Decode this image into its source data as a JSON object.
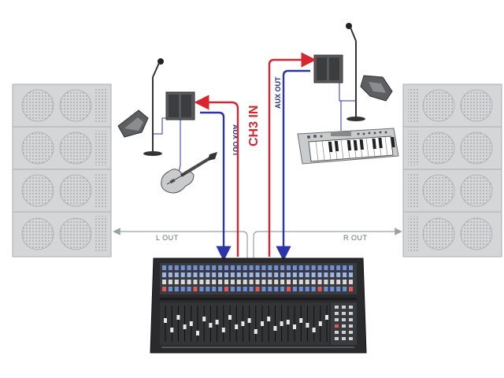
{
  "labels": {
    "l_out": "L OUT",
    "r_out": "R OUT",
    "aux_out_left": "AUX OUT",
    "aux_out_right": "AUX OUT",
    "ch3_in": "CH3 IN"
  },
  "colors": {
    "aux_line": "#2b35a8",
    "ch3_line": "#d7262f",
    "speaker_stack": "#c9cbcd",
    "mixer_body": "#2a2a2c",
    "guide_line": "#9aa0a6"
  },
  "icons": [
    "speaker-stack-icon",
    "stage-monitor-icon",
    "microphone-stand-icon",
    "wedge-monitor-icon",
    "electric-guitar-icon",
    "keyboard-synth-icon",
    "mixing-console-icon"
  ]
}
